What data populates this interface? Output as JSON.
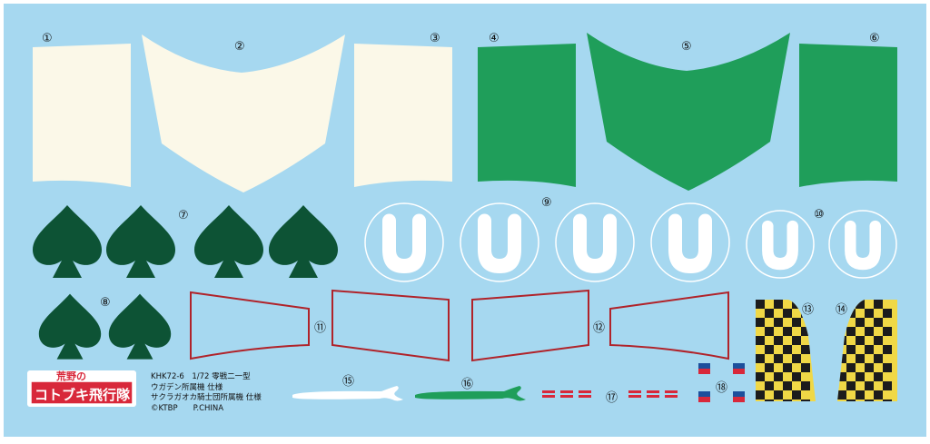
{
  "sheet": {
    "background_color": "#a6d8f0",
    "colors": {
      "cream": "#fbf8e8",
      "green": "#1f9e5a",
      "dark_green": "#0d5335",
      "red": "#b0232a",
      "yellow": "#f0d846",
      "blue": "#1d4f9c"
    }
  },
  "labels": {
    "n1": "①",
    "n2": "②",
    "n3": "③",
    "n4": "④",
    "n5": "⑤",
    "n6": "⑥",
    "n7": "⑦",
    "n8": "⑧",
    "n9": "⑨",
    "n10": "⑩",
    "n11": "⑪",
    "n12": "⑫",
    "n13": "⑬",
    "n14": "⑭",
    "n15": "⑮",
    "n16": "⑯",
    "n17": "⑰",
    "n18": "⑱"
  },
  "roundel": {
    "letter": "U"
  },
  "logo": {
    "top": "荒野の",
    "main": "コトブキ飛行隊"
  },
  "info": {
    "line1": "KHK72-6　1/72 零戦二一型",
    "line2": "ウガデン所属機 仕様",
    "line3": "サクラガオカ騎士団所属機 仕様",
    "line4": "©KTBP　　P.CHINA"
  }
}
